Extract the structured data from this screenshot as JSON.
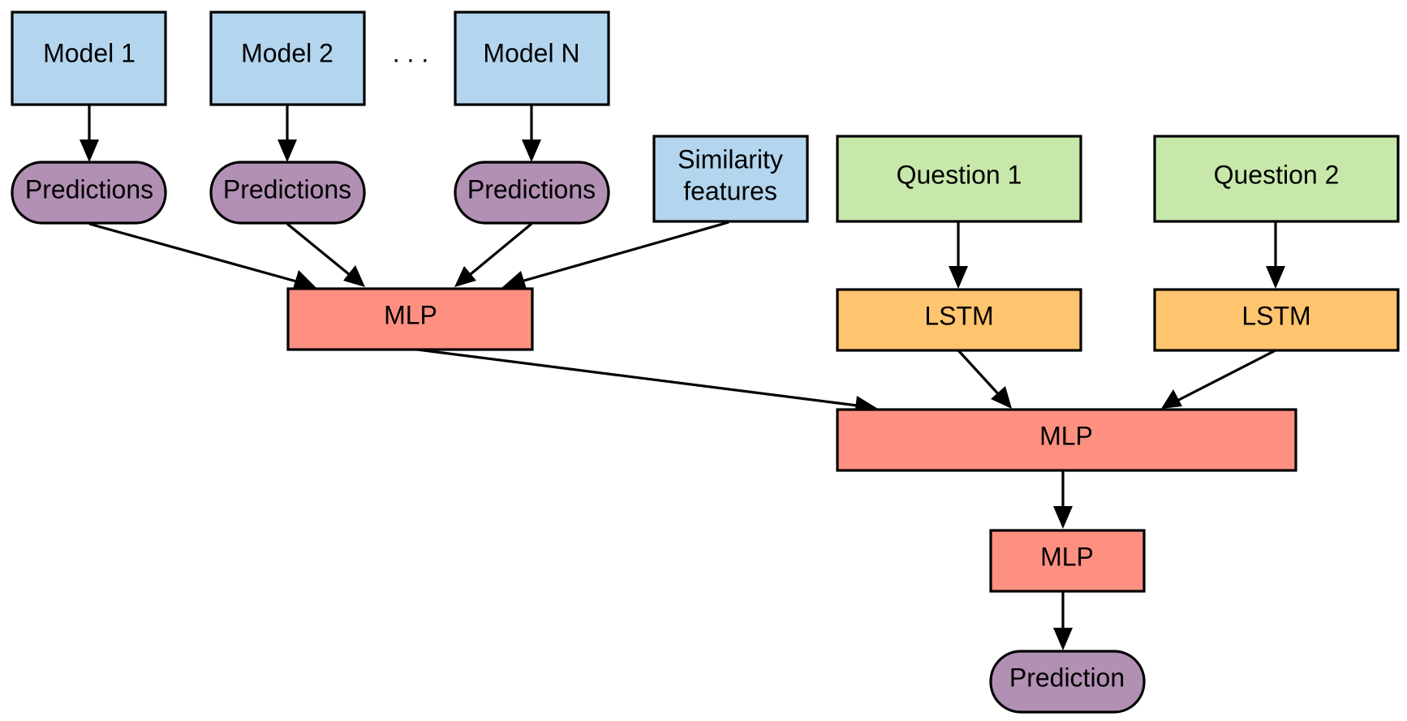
{
  "colors": {
    "model": "#b3d5ee",
    "prediction": "#b290b4",
    "mlp": "#fe9081",
    "lstm": "#fec46e",
    "question": "#c7e8aa",
    "stroke": "#000000"
  },
  "nodes": {
    "model_1": "Model 1",
    "model_2": "Model 2",
    "ellipsis": ". . .",
    "model_n": "Model N",
    "predictions_1": "Predictions",
    "predictions_2": "Predictions",
    "predictions_n": "Predictions",
    "similarity_line1": "Similarity",
    "similarity_line2": "features",
    "question_1": "Question 1",
    "question_2": "Question 2",
    "lstm_1": "LSTM",
    "lstm_2": "LSTM",
    "mlp_left": "MLP",
    "mlp_center": "MLP",
    "mlp_bottom": "MLP",
    "prediction": "Prediction"
  }
}
